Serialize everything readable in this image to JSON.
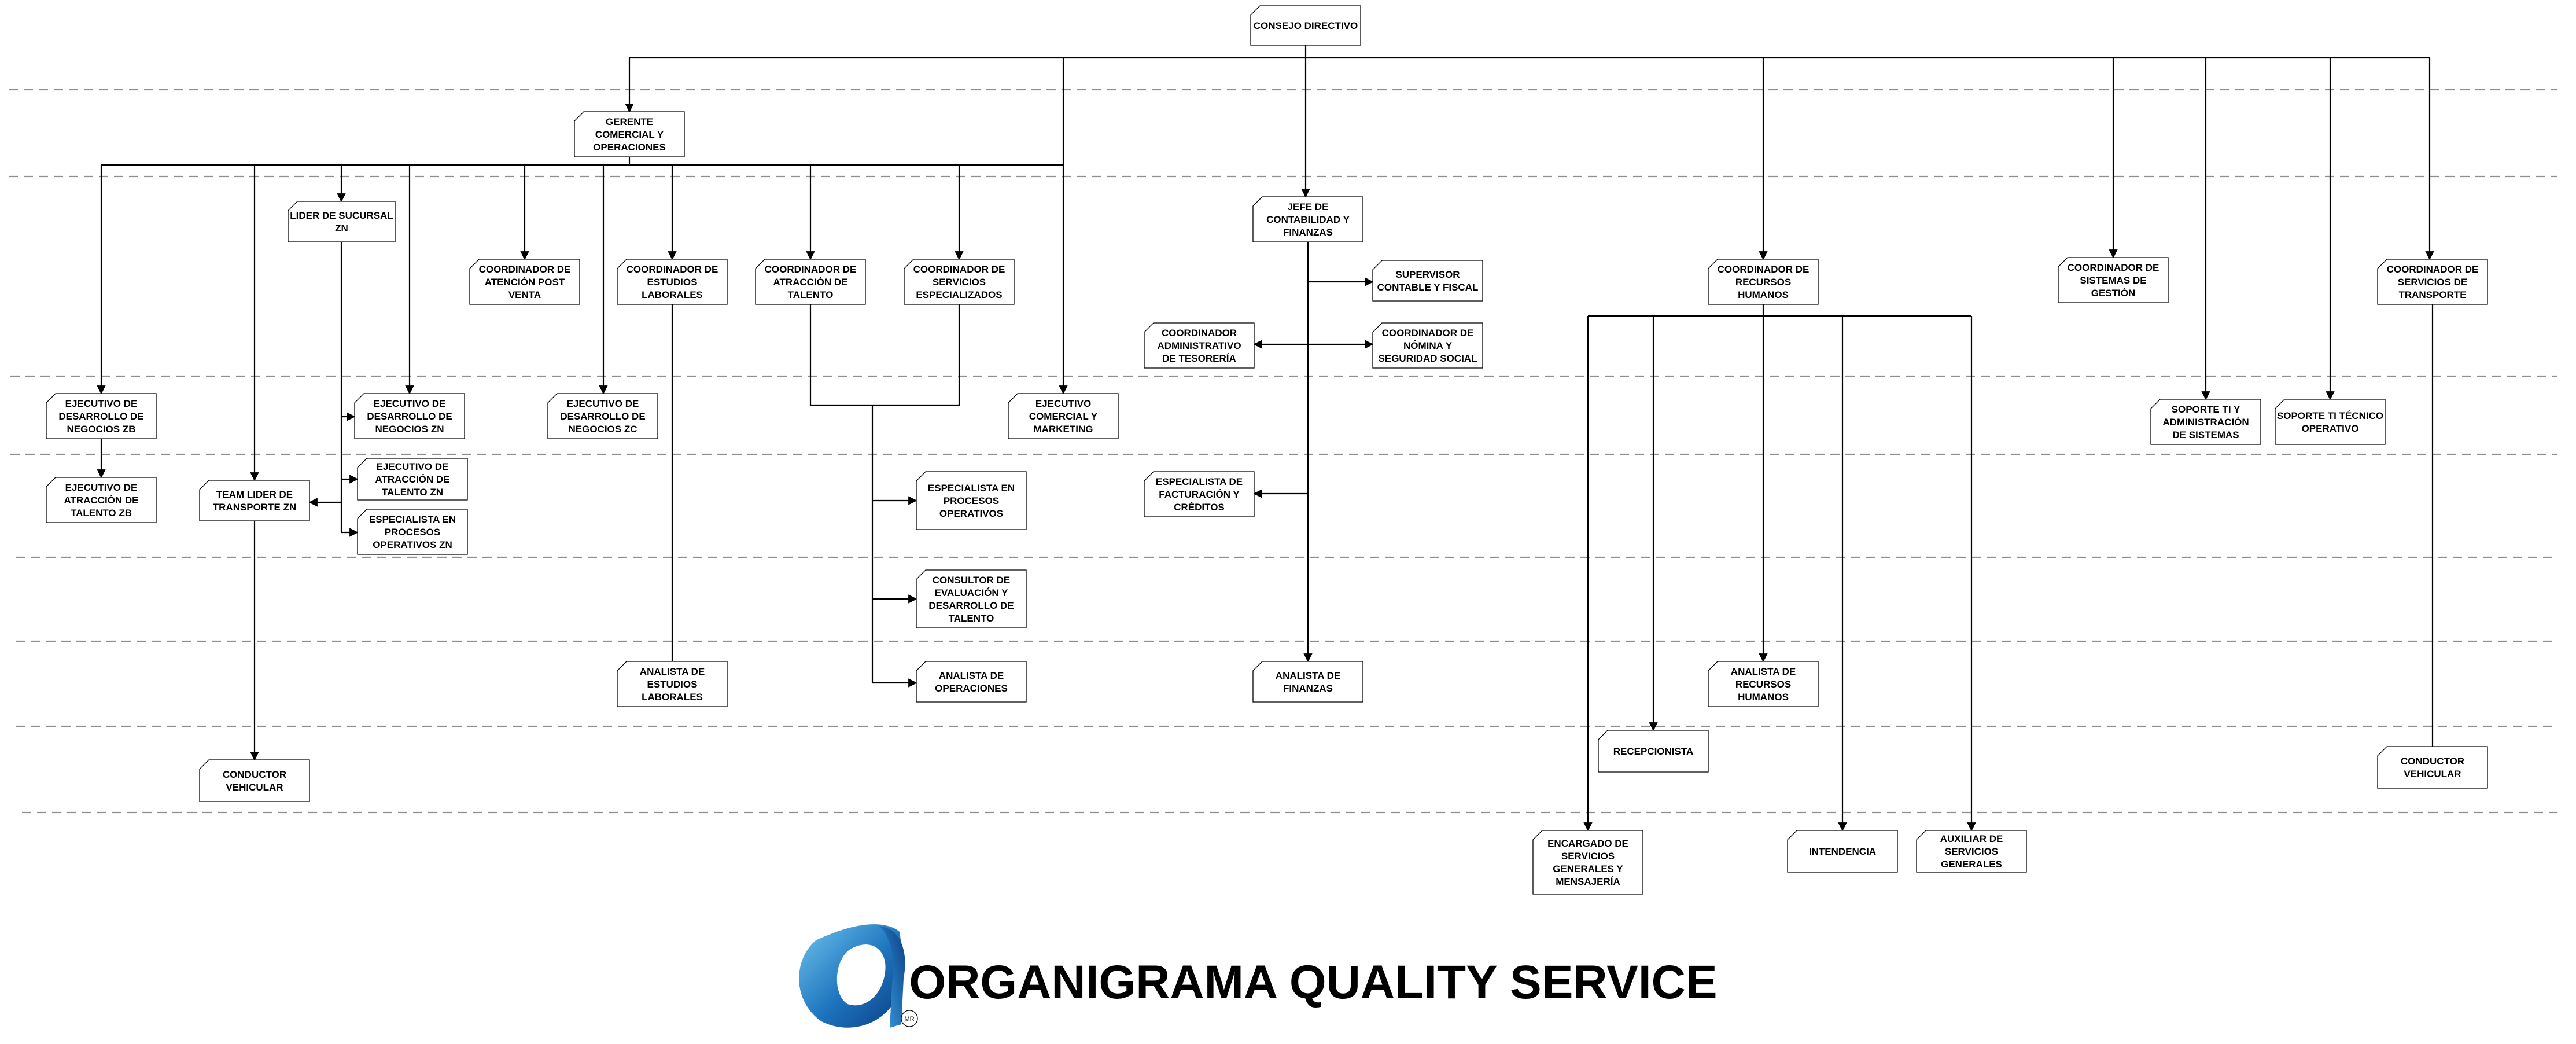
{
  "title": "ORGANIGRAMA QUALITY SERVICE",
  "logo_mark": "MR",
  "nodes": {
    "consejo": [
      "CONSEJO DIRECTIVO"
    ],
    "gerente": [
      "GERENTE",
      "COMERCIAL Y",
      "OPERACIONES"
    ],
    "lider_suc": [
      "LIDER DE SUCURSAL",
      "ZN"
    ],
    "coord_post": [
      "COORDINADOR DE",
      "ATENCIÓN POST",
      "VENTA"
    ],
    "coord_est": [
      "COORDINADOR DE",
      "ESTUDIOS",
      "LABORALES"
    ],
    "coord_atr": [
      "COORDINADOR DE",
      "ATRACCIÓN DE",
      "TALENTO"
    ],
    "coord_serv": [
      "COORDINADOR DE",
      "SERVICIOS",
      "ESPECIALIZADOS"
    ],
    "jefe_cont": [
      "JEFE DE",
      "CONTABILIDAD Y",
      "FINANZAS"
    ],
    "sup_cont": [
      "SUPERVISOR",
      "CONTABLE Y FISCAL"
    ],
    "coord_tes": [
      "COORDINADOR",
      "ADMINISTRATIVO",
      "DE TESORERÍA"
    ],
    "coord_nom": [
      "COORDINADOR DE",
      "NÓMINA Y",
      "SEGURIDAD SOCIAL"
    ],
    "esp_fact": [
      "ESPECIALISTA DE",
      "FACTURACIÓN Y",
      "CRÉDITOS"
    ],
    "an_fin": [
      "ANALISTA DE",
      "FINANZAS"
    ],
    "coord_rh": [
      "COORDINADOR DE",
      "RECURSOS",
      "HUMANOS"
    ],
    "coord_sg": [
      "COORDINADOR DE",
      "SISTEMAS DE",
      "GESTIÓN"
    ],
    "coord_trans": [
      "COORDINADOR DE",
      "SERVICIOS DE",
      "TRANSPORTE"
    ],
    "ej_des_zb": [
      "EJECUTIVO DE",
      "DESARROLLO DE",
      "NEGOCIOS ZB"
    ],
    "ej_atr_zb": [
      "EJECUTIVO DE",
      "ATRACCIÓN DE",
      "TALENTO ZB"
    ],
    "team_lider": [
      "TEAM LIDER DE",
      "TRANSPORTE ZN"
    ],
    "cond_zn": [
      "CONDUCTOR",
      "VEHICULAR"
    ],
    "ej_des_zn": [
      "EJECUTIVO DE",
      "DESARROLLO DE",
      "NEGOCIOS ZN"
    ],
    "ej_atr_zn": [
      "EJECUTIVO DE",
      "ATRACCIÓN DE",
      "TALENTO ZN"
    ],
    "esp_proc_zn": [
      "ESPECIALISTA EN",
      "PROCESOS",
      "OPERATIVOS ZN"
    ],
    "ej_des_zc": [
      "EJECUTIVO DE",
      "DESARROLLO DE",
      "NEGOCIOS ZC"
    ],
    "an_est": [
      "ANALISTA DE",
      "ESTUDIOS",
      "LABORALES"
    ],
    "ej_com": [
      "EJECUTIVO",
      "COMERCIAL Y",
      "MARKETING"
    ],
    "esp_proc": [
      "ESPECIALISTA EN",
      "PROCESOS",
      "OPERATIVOS"
    ],
    "consultor": [
      "CONSULTOR DE",
      "EVALUACIÓN Y",
      "DESARROLLO DE",
      "TALENTO"
    ],
    "an_oper": [
      "ANALISTA DE",
      "OPERACIONES"
    ],
    "recep": [
      "RECEPCIONISTA"
    ],
    "an_rh": [
      "ANALISTA DE",
      "RECURSOS",
      "HUMANOS"
    ],
    "encargado": [
      "ENCARGADO DE",
      "SERVICIOS",
      "GENERALES Y",
      "MENSAJERÍA"
    ],
    "intend": [
      "INTENDENCIA"
    ],
    "aux_serv": [
      "AUXILIAR DE",
      "SERVICIOS",
      "GENERALES"
    ],
    "sop_ti_adm": [
      "SOPORTE TI Y",
      "ADMINISTRACIÓN",
      "DE SISTEMAS"
    ],
    "sop_ti_tec": [
      "SOPORTE TI TÉCNICO",
      "OPERATIVO"
    ],
    "cond_trans": [
      "CONDUCTOR",
      "VEHICULAR"
    ]
  }
}
